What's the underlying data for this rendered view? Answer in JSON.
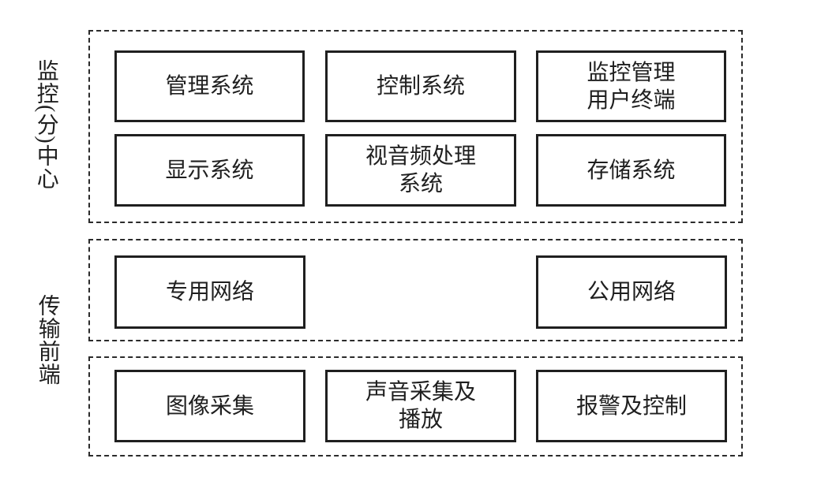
{
  "colors": {
    "line": "#1f1f1f",
    "dash_border": "#2b2b2b",
    "background": "#ffffff"
  },
  "side_labels": {
    "monitoring_center": "监控(分)中心",
    "transmission_frontend": "传输前端"
  },
  "sections": {
    "monitoring_center": {
      "boxes": {
        "management": "管理系统",
        "control": "控制系统",
        "user_terminal": "监控管理\n用户终端",
        "display": "显示系统",
        "av_processing": "视音频处理\n系统",
        "storage": "存储系统"
      }
    },
    "network": {
      "boxes": {
        "private": "专用网络",
        "public": "公用网络"
      }
    },
    "front_end": {
      "boxes": {
        "image_capture": "图像采集",
        "audio_capture_playback": "声音采集及\n播放",
        "alarm_control": "报警及控制"
      }
    }
  }
}
